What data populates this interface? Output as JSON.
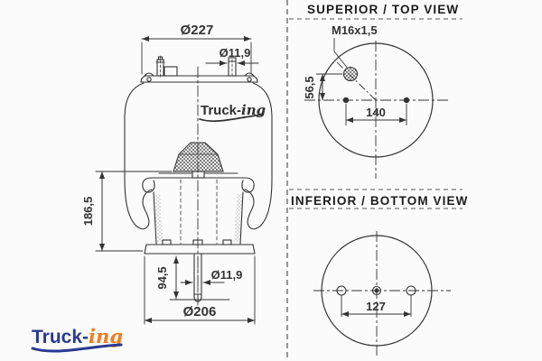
{
  "main_view": {
    "dim_top_plate_diameter": "Ø227",
    "dim_top_stud_diameter": "Ø11,9",
    "dim_design_height": "186,5",
    "dim_bottom_stud_length": "94,5",
    "dim_bottom_stud_diameter": "Ø11,9",
    "dim_piston_diameter": "Ø206"
  },
  "top_view": {
    "title": "SUPERIOR / TOP VIEW",
    "dim_air_fitting_thread": "M16x1,5",
    "dim_fitting_offset": "56,5",
    "dim_stud_spacing": "140"
  },
  "bottom_view": {
    "title": "INFERIOR / BOTTOM VIEW",
    "dim_hole_spacing": "127"
  },
  "watermark": {
    "text_part1": "Truck-",
    "text_part2": "ing"
  },
  "logo": {
    "text_part1": "Truck-",
    "text_part2": "ing"
  },
  "colors": {
    "line": "#333333",
    "logo_blue": "#2b3990",
    "logo_orange": "#f47b20",
    "background": "#fbfbfb"
  }
}
